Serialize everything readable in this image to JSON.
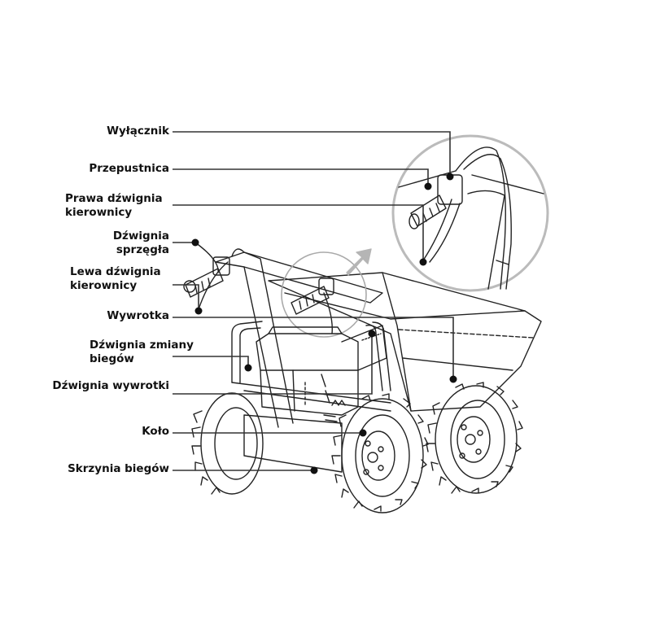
{
  "diagram": {
    "subject": "mini-dumper",
    "colors": {
      "line": "#222222",
      "leader": "#333333",
      "inset_circle": "#bbbbbb",
      "arrow": "#b5b5b5",
      "background": "#ffffff"
    },
    "labels": [
      {
        "id": "wylacznik",
        "lines": [
          "Wyłącznik"
        ]
      },
      {
        "id": "przepustnica",
        "lines": [
          "Przepustnica"
        ]
      },
      {
        "id": "prawa-dzwignia",
        "lines": [
          "Prawa dźwignia",
          "kierownicy"
        ]
      },
      {
        "id": "dzwignia-sprzegla",
        "lines": [
          "Dźwignia",
          "sprzęgła"
        ]
      },
      {
        "id": "lewa-dzwignia",
        "lines": [
          "Lewa dźwignia",
          "kierownicy"
        ]
      },
      {
        "id": "wywrotka",
        "lines": [
          "Wywrotka"
        ]
      },
      {
        "id": "dzwignia-zmiany",
        "lines": [
          "Dźwignia zmiany",
          "biegów"
        ]
      },
      {
        "id": "dzwignia-wywrotki",
        "lines": [
          "Dźwignia wywrotki"
        ]
      },
      {
        "id": "kolo",
        "lines": [
          "Koło"
        ]
      },
      {
        "id": "skrzynia",
        "lines": [
          "Skrzynia biegów"
        ]
      }
    ]
  }
}
